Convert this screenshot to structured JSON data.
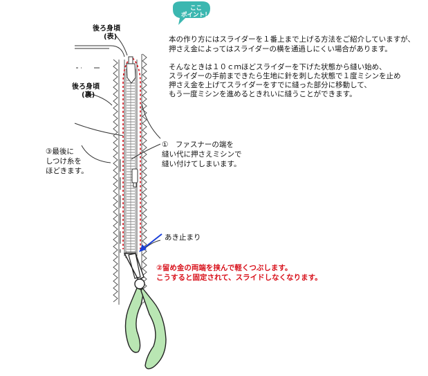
{
  "labels": {
    "back_front": "後ろ身頃",
    "back_front_sub": "(表)",
    "back_back": "後ろ身頃",
    "back_back_sub": "(裏)",
    "bubble_line1": "ここ",
    "bubble_line2": "ポイント！",
    "step3": [
      "③最後に",
      "しつけ糸を",
      "ほどきます。"
    ],
    "step1": [
      "①　ファスナーの端を",
      "縫い代に押さえミシンで",
      "縫い付けてしまいます。"
    ],
    "akidomari": "あき止まり",
    "step2": [
      "②留め金の両端を挟んで軽くつぶします。",
      "こうすると固定されて、スライドしなくなります。"
    ]
  },
  "notes": {
    "para1": [
      "本の作り方にはスライダーを１番上まで上げる方法をご紹介していますが、",
      "押さえ金によってはスライダーの横を通過しにくい場合があります。"
    ],
    "para2": [
      "そんなときは１０ｃｍほどスライダーを下げた状態から縫い始め、",
      "スライダーの手前まできたら生地に針を刺した状態で１度ミシンを止め",
      "押さえ金を上げてスライダーをすでに縫った部分に移動して、",
      "もう一度ミシンを進めるときれいに縫うことができます。"
    ]
  },
  "colors": {
    "bubble": "#3bb7b0",
    "stitch": "#d8101a",
    "handle": "#b9e6b3",
    "arrow": "#1a3fd8",
    "accent_text": "#d8101a"
  }
}
